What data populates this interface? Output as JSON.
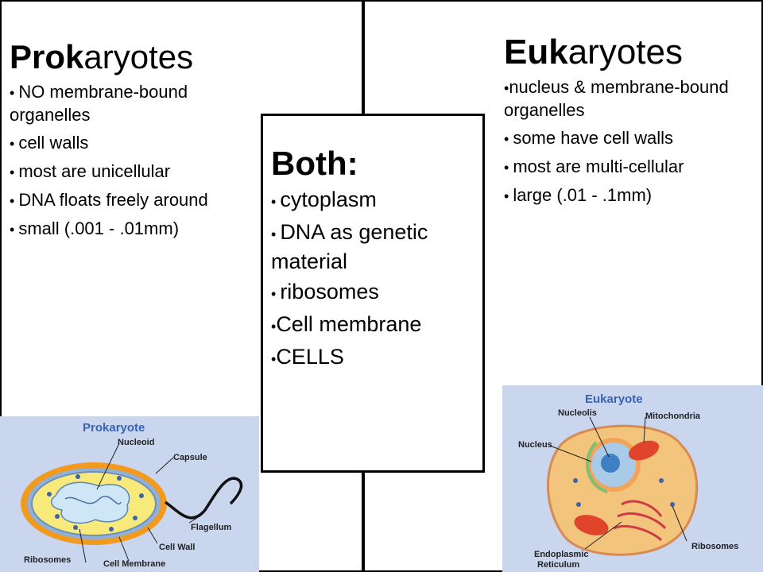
{
  "prokaryotes": {
    "heading_bold": "Prok",
    "heading_rest": "aryotes",
    "items": [
      "NO membrane-bound organelles",
      "cell walls",
      "most are unicellular",
      "DNA floats freely around",
      "small (.001 - .01mm)"
    ]
  },
  "both": {
    "heading": "Both:",
    "items": [
      "cytoplasm",
      "DNA as genetic material",
      "ribosomes",
      "Cell membrane",
      "CELLS"
    ]
  },
  "eukaryotes": {
    "heading_bold": "Euk",
    "heading_rest": "aryotes",
    "items": [
      "nucleus & membrane-bound organelles",
      "some have cell walls",
      "most are multi-cellular",
      "large (.01 - .1mm)"
    ]
  },
  "prokaryote_diagram": {
    "title": "Prokaryote",
    "labels": {
      "nucleoid": "Nucleoid",
      "capsule": "Capsule",
      "flagellum": "Flagellum",
      "cell_wall": "Cell Wall",
      "ribosomes": "Ribosomes",
      "cell_membrane": "Cell Membrane"
    }
  },
  "eukaryote_diagram": {
    "title": "Eukaryote",
    "labels": {
      "nucleolis": "Nucleolis",
      "mitochondria": "Mitochondria",
      "nucleus": "Nucleus",
      "er_line1": "Endoplasmic",
      "er_line2": "Reticulum",
      "ribosomes": "Ribosomes"
    }
  },
  "colors": {
    "panel_bg": "#c9d6ee",
    "title_blue": "#3b62b3",
    "capsule_orange": "#f29a1e",
    "cell_wall_blue": "#8fb0d8",
    "cytoplasm_yellow": "#f7e97a",
    "eukaryote_cell": "#f3c47c",
    "nucleus_blue": "#7fb2df",
    "mitochondria_red": "#e0452b",
    "er_red": "#d13a44"
  }
}
